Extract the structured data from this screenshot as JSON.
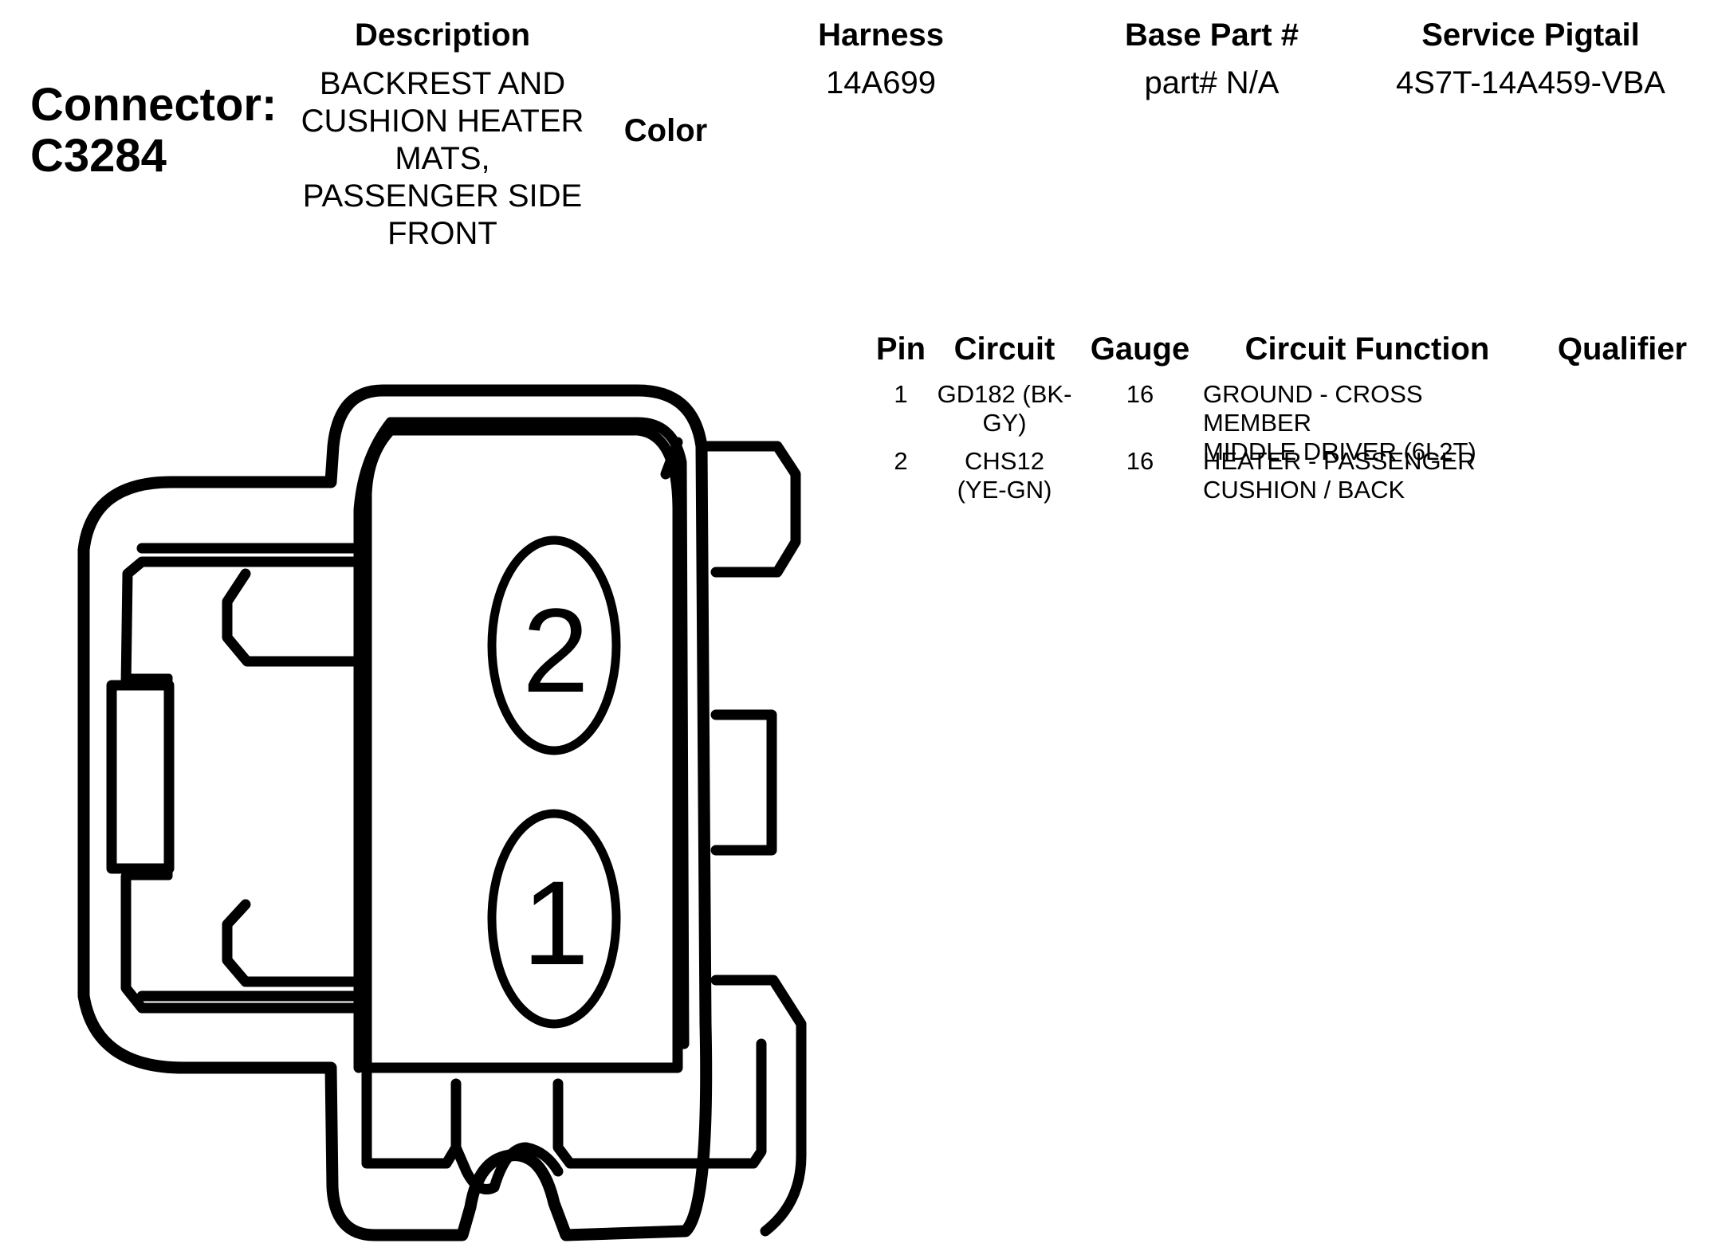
{
  "header": {
    "description_label": "Description",
    "harness_label": "Harness",
    "base_part_label": "Base Part #",
    "service_pigtail_label": "Service Pigtail",
    "color_label": "Color"
  },
  "connector": {
    "label": "Connector:",
    "id": "C3284",
    "description_lines": [
      "BACKREST AND",
      "CUSHION HEATER",
      "MATS,",
      "PASSENGER SIDE",
      "FRONT"
    ],
    "harness": "14A699",
    "base_part": "part# N/A",
    "service_pigtail": "4S7T-14A459-VBA"
  },
  "pin_table": {
    "columns": [
      "Pin",
      "Circuit",
      "Gauge",
      "Circuit Function",
      "Qualifier"
    ],
    "rows": [
      {
        "pin": "1",
        "circuit_lines": [
          "GD182 (BK-",
          "GY)"
        ],
        "gauge": "16",
        "function_lines": [
          "GROUND - CROSS MEMBER",
          "MIDDLE DRIVER (6L2T)"
        ],
        "qualifier": ""
      },
      {
        "pin": "2",
        "circuit_lines": [
          "CHS12",
          "(YE-GN)"
        ],
        "gauge": "16",
        "function_lines": [
          "HEATER - PASSENGER",
          "CUSHION / BACK"
        ],
        "qualifier": ""
      }
    ]
  },
  "diagram": {
    "pin_labels": [
      "2",
      "1"
    ]
  }
}
